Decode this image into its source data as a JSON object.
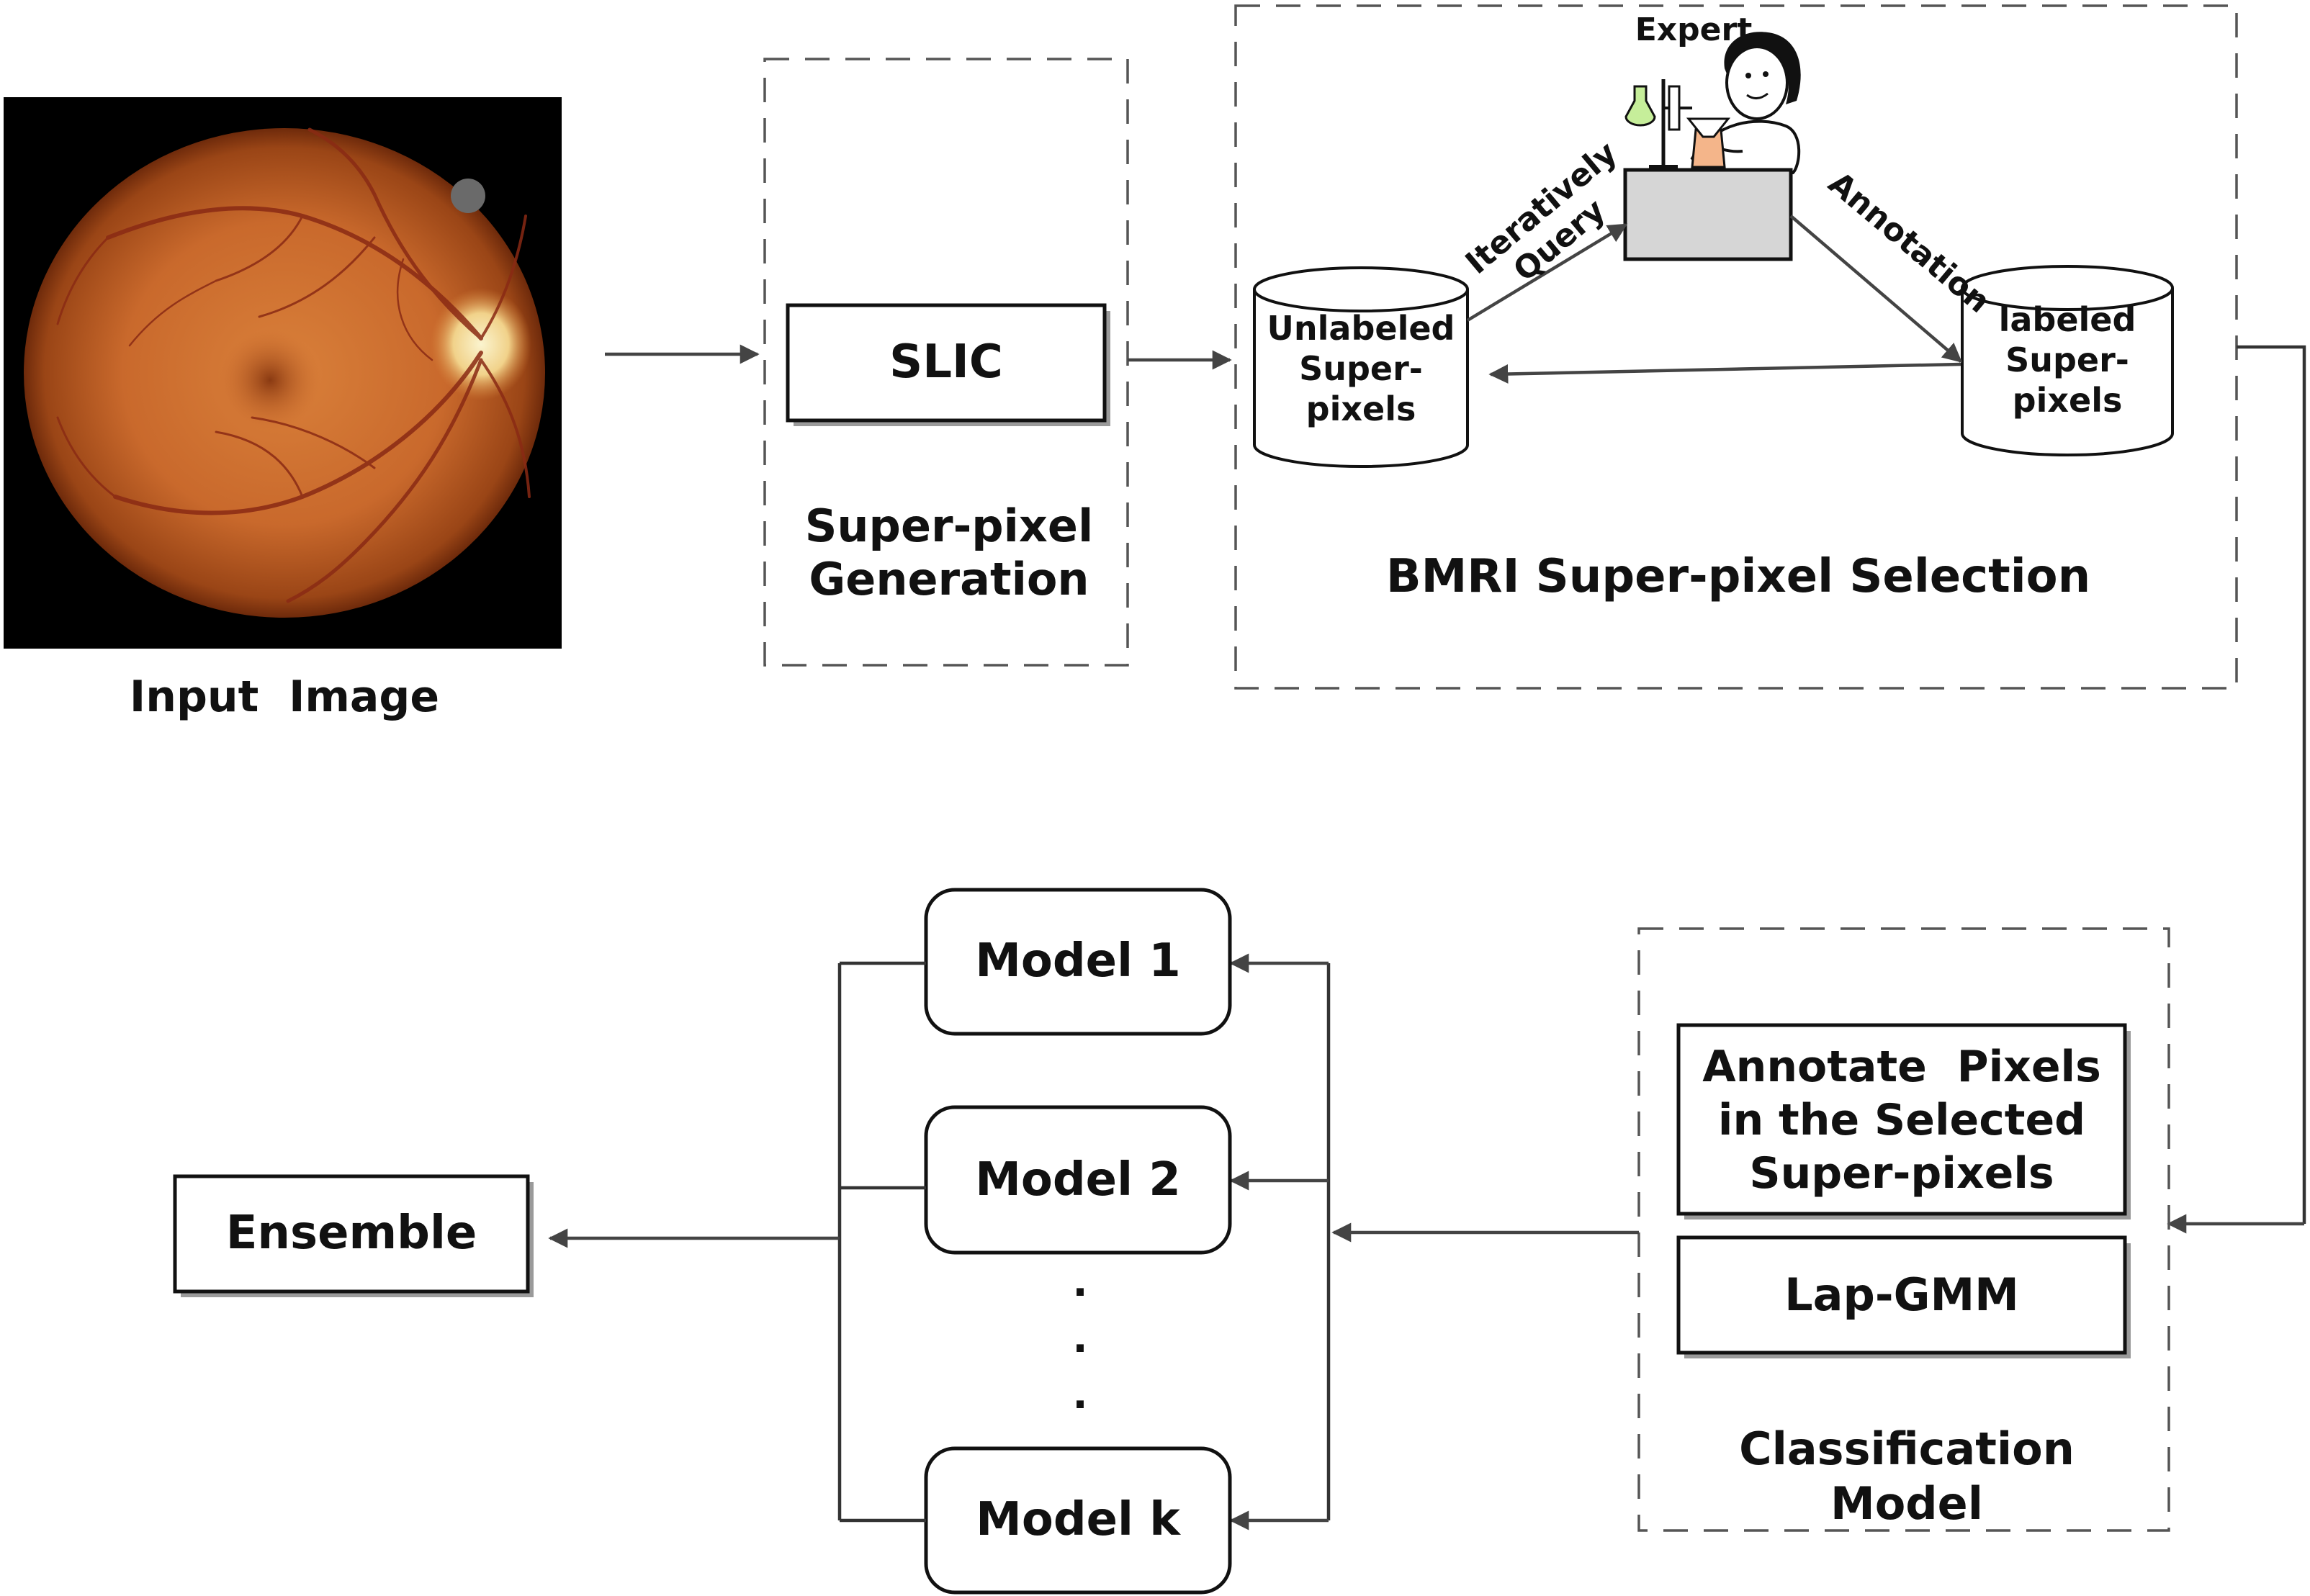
{
  "input_image": {
    "label": "Input  Image"
  },
  "superpixel_generation": {
    "box_label": "SLIC",
    "stage_label_line1": "Super-pixel",
    "stage_label_line2": "Generation"
  },
  "bmri_selection": {
    "stage_label": "BMRI Super-pixel Selection",
    "expert_label": "Expert",
    "unlabeled_line1": "Unlabeled",
    "unlabeled_line2": "Super-",
    "unlabeled_line3": "pixels",
    "labeled_line1": "labeled",
    "labeled_line2": "Super-",
    "labeled_line3": "pixels",
    "query_line1": "Iteratively",
    "query_line2": "Query",
    "annotation_label": "Annotation"
  },
  "classification": {
    "annotate_line1": "Annotate  Pixels",
    "annotate_line2": "in the Selected",
    "annotate_line3": "Super-pixels",
    "lapgmm_label": "Lap-GMM",
    "stage_label_line1": "Classification",
    "stage_label_line2": "Model"
  },
  "models": [
    {
      "label": "Model 1"
    },
    {
      "label": "Model 2"
    },
    {
      "label": "Model k"
    }
  ],
  "ellipsis_dots": ".",
  "ensemble": {
    "label": "Ensemble"
  },
  "colors": {
    "fundus_dark": "#7a2f0e",
    "fundus_mid": "#c0622a",
    "fundus_light": "#e89a4c",
    "optic_disc": "#f8eec0",
    "vessel": "#8a2a14",
    "desk": "#d6d6d6"
  }
}
